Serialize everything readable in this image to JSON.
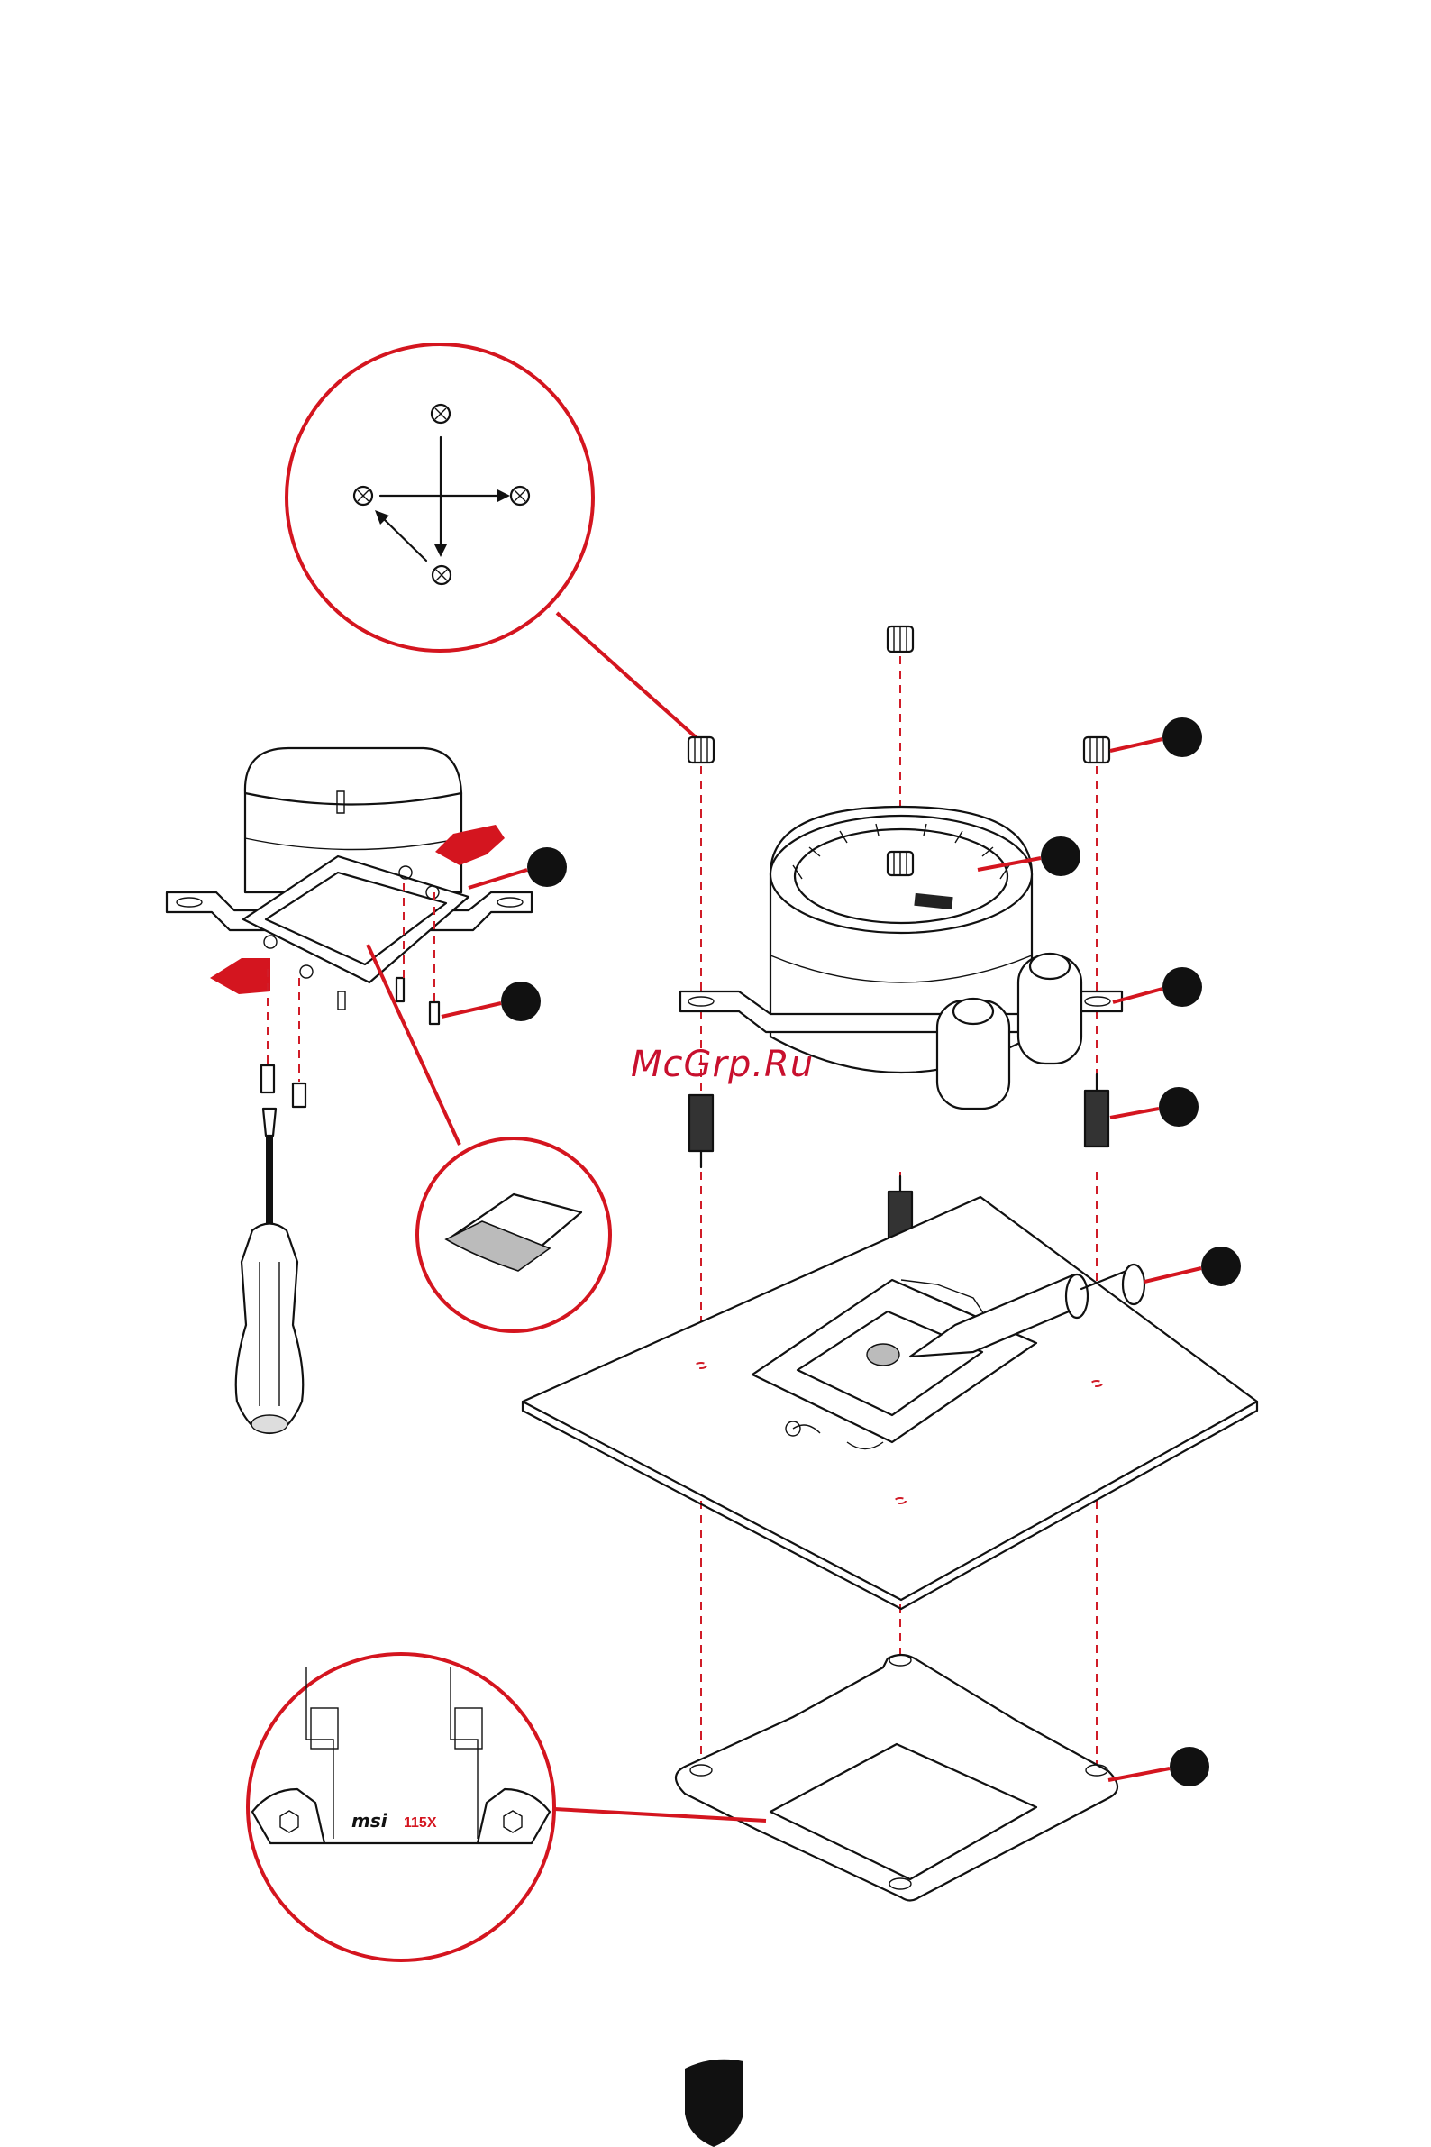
{
  "watermark": "McGrp.Ru",
  "bracket_label": "115X",
  "bracket_logo": "msi",
  "colors": {
    "accent": "#d4151f",
    "line": "#111111"
  }
}
